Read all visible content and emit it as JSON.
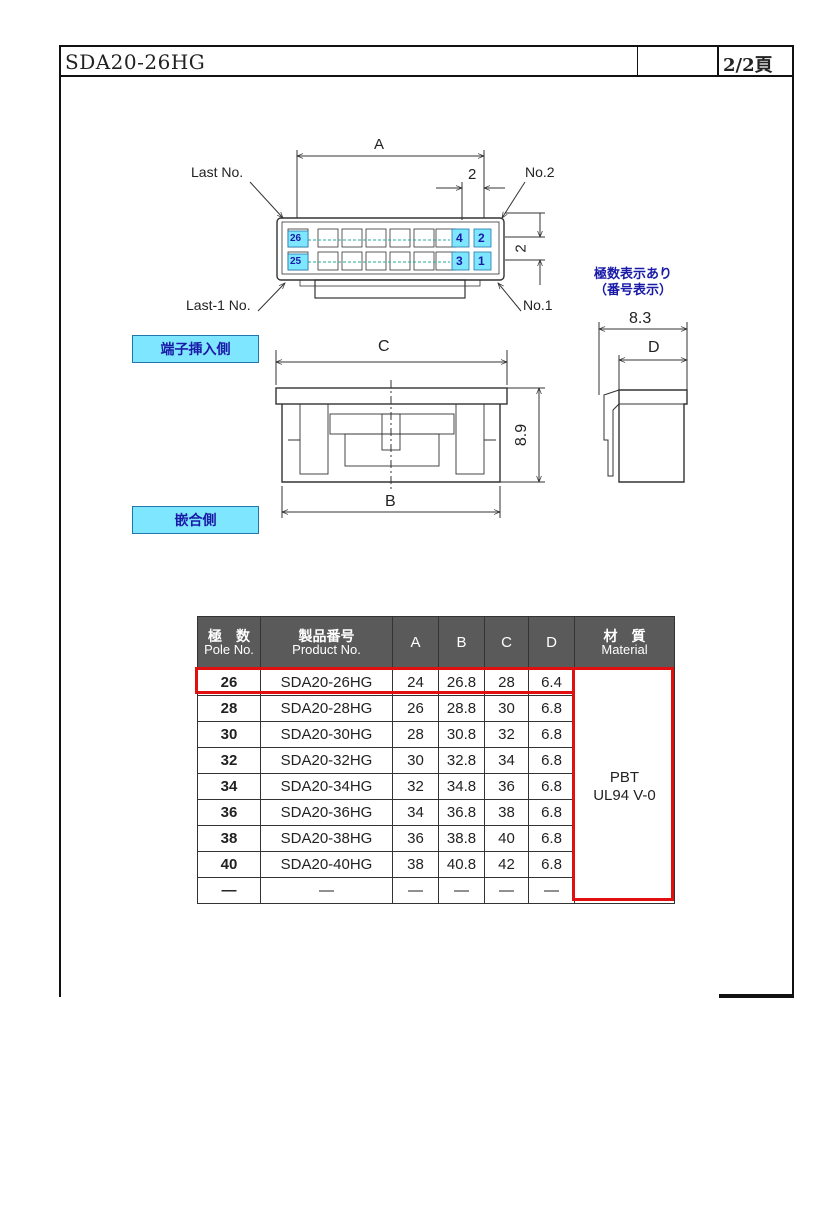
{
  "header": {
    "title": "SDA20-26HG",
    "page": "2/2頁"
  },
  "drawing": {
    "top_view": {
      "dim_a": "A",
      "dim_pitch_h": "2",
      "dim_pitch_v": "2",
      "label_last_no": "Last No.",
      "label_no2": "No.2",
      "label_last1_no": "Last-1 No.",
      "label_no1": "No.1",
      "pin_26": "26",
      "pin_25": "25",
      "pin_4": "4",
      "pin_3": "3",
      "pin_2": "2",
      "pin_1": "1"
    },
    "side_note": [
      "極数表示あり",
      "（番号表示）"
    ],
    "side_view": {
      "dim_83": "8.3",
      "dim_d": "D"
    },
    "front_view": {
      "dim_c": "C",
      "dim_b": "B",
      "dim_89": "8.9"
    },
    "tag_insertion": "端子挿入側",
    "tag_mating": "嵌合側"
  },
  "table": {
    "headers": [
      {
        "jp": "極　数",
        "en": "Pole No."
      },
      {
        "jp": "製品番号",
        "en": "Product No."
      },
      {
        "jp": "A",
        "en": ""
      },
      {
        "jp": "B",
        "en": ""
      },
      {
        "jp": "C",
        "en": ""
      },
      {
        "jp": "D",
        "en": ""
      },
      {
        "jp": "材　質",
        "en": "Material"
      }
    ],
    "rows": [
      [
        "26",
        "SDA20-26HG",
        "24",
        "26.8",
        "28",
        "6.4"
      ],
      [
        "28",
        "SDA20-28HG",
        "26",
        "28.8",
        "30",
        "6.8"
      ],
      [
        "30",
        "SDA20-30HG",
        "28",
        "30.8",
        "32",
        "6.8"
      ],
      [
        "32",
        "SDA20-32HG",
        "30",
        "32.8",
        "34",
        "6.8"
      ],
      [
        "34",
        "SDA20-34HG",
        "32",
        "34.8",
        "36",
        "6.8"
      ],
      [
        "36",
        "SDA20-36HG",
        "34",
        "36.8",
        "38",
        "6.8"
      ],
      [
        "38",
        "SDA20-38HG",
        "36",
        "38.8",
        "40",
        "6.8"
      ],
      [
        "40",
        "SDA20-40HG",
        "38",
        "40.8",
        "42",
        "6.8"
      ],
      [
        "—",
        "—",
        "—",
        "—",
        "—",
        "—"
      ]
    ],
    "material": [
      "PBT",
      "UL94 V-0"
    ]
  },
  "colors": {
    "highlight": "#e01010",
    "tag_fill": "#7fe6ff",
    "note_text": "#1a1aa8",
    "header_fill": "#5a5a5a"
  }
}
